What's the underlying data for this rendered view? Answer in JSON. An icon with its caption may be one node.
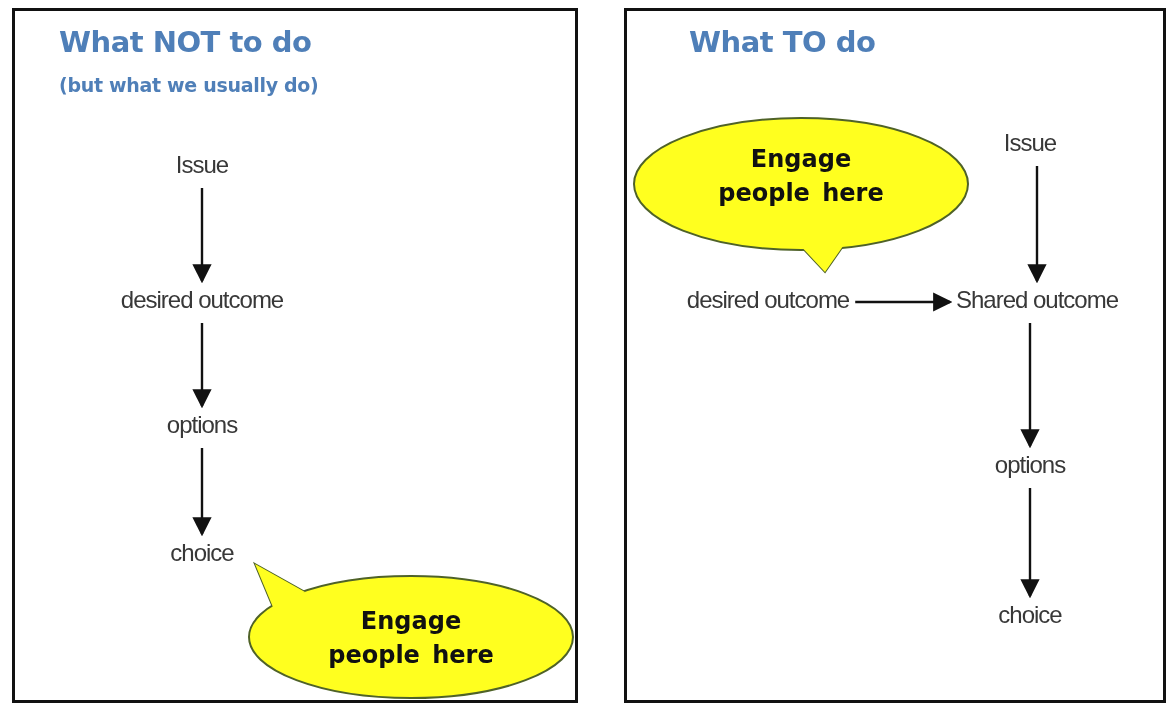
{
  "diagram": {
    "nodes": [
      {
        "text": [
          "What NOT to do",
          "(but what we usually do)"
        ]
      },
      {
        "text": [
          "Issue"
        ],
        "in": 0
      },
      {
        "text": [
          "desired outcome"
        ],
        "in": 0
      },
      {
        "text": [
          "options"
        ],
        "in": 0
      },
      {
        "text": [
          "choice"
        ],
        "in": 0
      },
      {
        "text": [
          "Engage people here"
        ],
        "in": 0
      },
      {
        "text": [
          "What TO do"
        ]
      },
      {
        "text": [
          "Issue"
        ],
        "in": 6
      },
      {
        "text": [
          "Engage people here"
        ],
        "in": 6
      },
      {
        "text": [
          "desired outcome"
        ],
        "in": 6
      },
      {
        "text": [
          "Shared outcome"
        ],
        "in": 6
      },
      {
        "text": [
          "options"
        ],
        "in": 6
      },
      {
        "text": [
          "choice"
        ],
        "in": 6
      }
    ],
    "edges": [
      {
        "from": 1,
        "to": 2,
        "arrow": "to"
      },
      {
        "from": 2,
        "to": 3,
        "arrow": "to"
      },
      {
        "from": 3,
        "to": 4,
        "arrow": "to"
      },
      {
        "from": 7,
        "to": 10,
        "arrow": "to"
      },
      {
        "from": 9,
        "to": 10,
        "arrow": "to"
      },
      {
        "from": 10,
        "to": 11,
        "arrow": "to"
      },
      {
        "from": 11,
        "to": 12,
        "arrow": "to"
      }
    ]
  }
}
